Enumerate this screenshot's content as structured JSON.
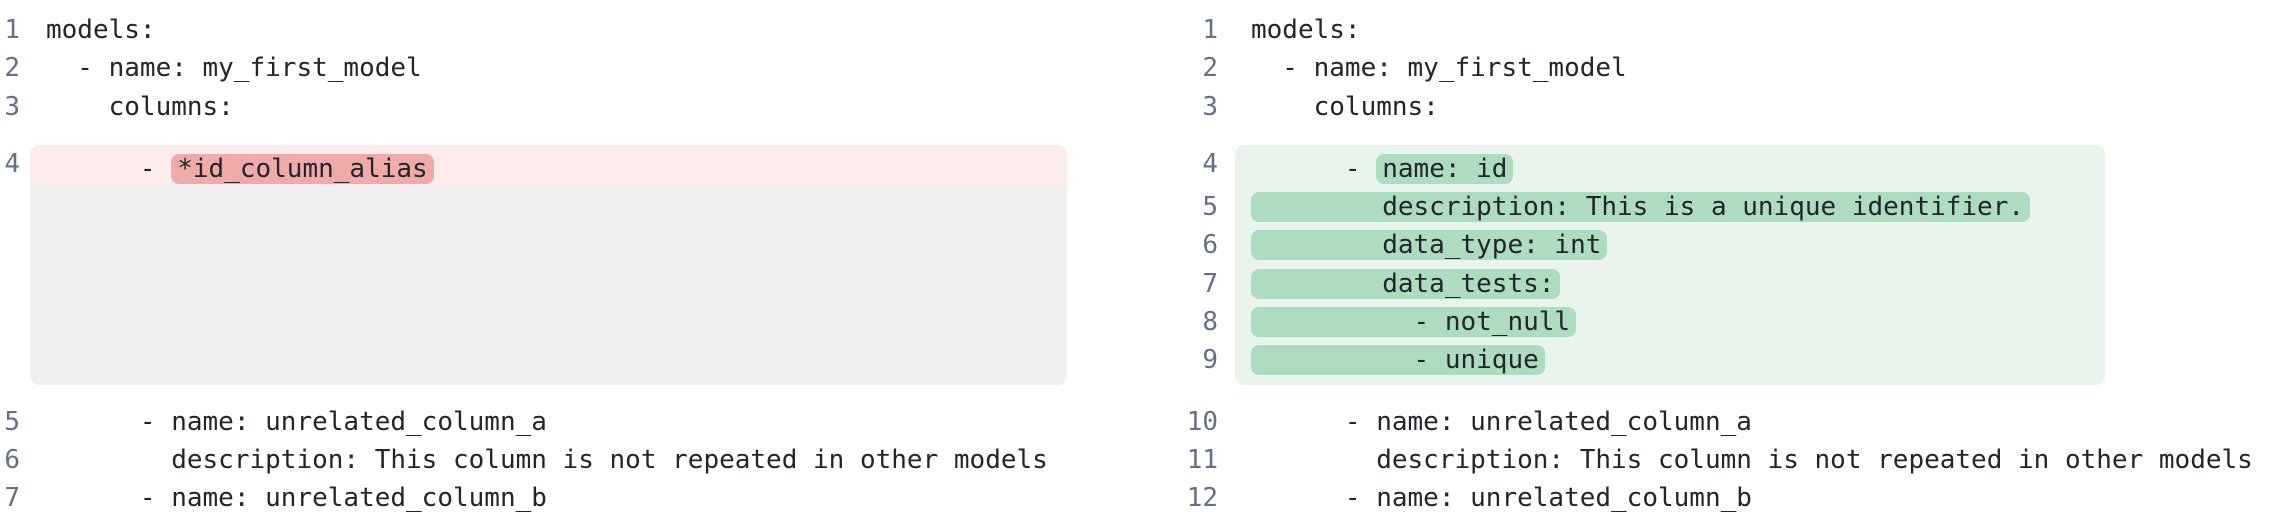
{
  "colors": {
    "code_color": "#22262c",
    "line_number_color": "#667085",
    "removed_line_bg": "#fdecec",
    "removed_word_bg": "#efaaaa",
    "added_line_bg": "#e9f4ed",
    "added_word_bg": "#aedcbf",
    "filler_bg": "#eef0f1"
  },
  "panes": [
    {
      "side": "before",
      "rows": [
        {
          "num": "1",
          "type": "context",
          "segments": [
            {
              "text": "models:",
              "mark": false
            }
          ]
        },
        {
          "num": "2",
          "type": "context",
          "segments": [
            {
              "text": "  - name: my_first_model",
              "mark": false
            }
          ]
        },
        {
          "num": "3",
          "type": "context",
          "segments": [
            {
              "text": "    columns:",
              "mark": false
            }
          ]
        },
        {
          "num": "4",
          "type": "removed",
          "segments": [
            {
              "text": "      - ",
              "mark": false
            },
            {
              "text": "*id_column_alias",
              "mark": true
            }
          ]
        },
        {
          "type": "filler",
          "lines": 5
        },
        {
          "num": "5",
          "type": "context",
          "segments": [
            {
              "text": "      - name: unrelated_column_a",
              "mark": false
            }
          ]
        },
        {
          "num": "6",
          "type": "context",
          "segments": [
            {
              "text": "        description: This column is not repeated in other models",
              "mark": false
            }
          ]
        },
        {
          "num": "7",
          "type": "context",
          "segments": [
            {
              "text": "      - name: unrelated_column_b",
              "mark": false
            }
          ]
        }
      ]
    },
    {
      "side": "after",
      "rows": [
        {
          "num": "1",
          "type": "context",
          "segments": [
            {
              "text": "models:",
              "mark": false
            }
          ]
        },
        {
          "num": "2",
          "type": "context",
          "segments": [
            {
              "text": "  - name: my_first_model",
              "mark": false
            }
          ]
        },
        {
          "num": "3",
          "type": "context",
          "segments": [
            {
              "text": "    columns:",
              "mark": false
            }
          ]
        },
        {
          "num": "4",
          "type": "added",
          "segments": [
            {
              "text": "      - ",
              "mark": false
            },
            {
              "text": "name: id",
              "mark": true
            }
          ]
        },
        {
          "num": "5",
          "type": "added",
          "segments": [
            {
              "text": "        description: This is a unique identifier.",
              "mark": true
            }
          ]
        },
        {
          "num": "6",
          "type": "added",
          "segments": [
            {
              "text": "        data_type: int",
              "mark": true
            }
          ]
        },
        {
          "num": "7",
          "type": "added",
          "segments": [
            {
              "text": "        data_tests:",
              "mark": true
            }
          ]
        },
        {
          "num": "8",
          "type": "added",
          "segments": [
            {
              "text": "          - not_null",
              "mark": true
            }
          ]
        },
        {
          "num": "9",
          "type": "added",
          "segments": [
            {
              "text": "          - unique",
              "mark": true
            }
          ]
        },
        {
          "num": "10",
          "type": "context",
          "segments": [
            {
              "text": "      - name: unrelated_column_a",
              "mark": false
            }
          ]
        },
        {
          "num": "11",
          "type": "context",
          "segments": [
            {
              "text": "        description: This column is not repeated in other models",
              "mark": false
            }
          ]
        },
        {
          "num": "12",
          "type": "context",
          "segments": [
            {
              "text": "      - name: unrelated_column_b",
              "mark": false
            }
          ]
        }
      ]
    }
  ]
}
